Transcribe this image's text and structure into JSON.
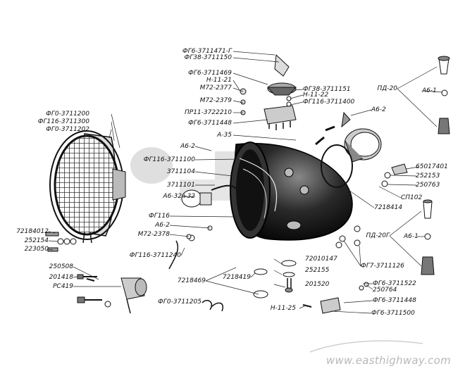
{
  "labels": {
    "l01": "ФГ6-3711471-Г",
    "l02": "ФГ38-3711150",
    "l03": "ФГ6-3711469",
    "l04": "Н-11-21",
    "l05": "М72-2377",
    "l06": "М72-2379",
    "l07": "ПР11-3722210",
    "l08": "ФГ6-3711448",
    "l09": "ФГ38-3711151",
    "l10": "Н-11-22",
    "l11": "ФГ116-3711400",
    "l12": "А6-2",
    "l13": "А-35",
    "l14": "ФГ0-3711200",
    "l15": "ФГ116-3711300",
    "l16": "ФГ0-3711202",
    "l17": "А6-2",
    "l18": "ФГ116-3711100",
    "l19": "3711104",
    "l20": "3711101",
    "l21": "А6-32+32",
    "l22": "ФГ116",
    "l23": "А6-2",
    "l24": "М72-2378",
    "l25": "72184012",
    "l26": "252154",
    "l27": "223050",
    "l28": "ФГ116-3711240",
    "l29": "250508",
    "l30": "201418",
    "l31": "РС419",
    "l32": "7218469",
    "l33": "7218419",
    "l34": "ФГ0-3711205",
    "l35": "72010147",
    "l36": "252155",
    "l37": "201520",
    "l38": "Н-11-25",
    "l39": "ПД-20",
    "l40": "А6-1",
    "l41": "65017401",
    "l42": "252153",
    "l43": "250763",
    "l44": "СП102",
    "l45": "7218414",
    "l46": "ПД-20Г",
    "l47": "А6-1",
    "l48": "ФГ7-3711126",
    "l49": "ФГ6-3711522",
    "l50": "250764",
    "l51": "ФГ6-3711448",
    "l52": "ФГ6-3711500"
  },
  "watermark": "www.easthighway.com"
}
